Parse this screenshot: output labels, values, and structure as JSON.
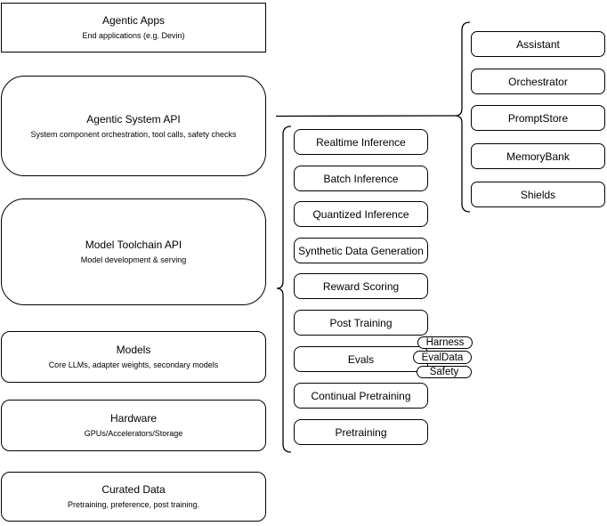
{
  "diagram": {
    "left_stack": [
      {
        "title": "Agentic Apps",
        "subtitle": "End applications (e.g. Devin)"
      },
      {
        "title": "Agentic System API",
        "subtitle": "System component orchestration, tool calls, safety checks"
      },
      {
        "title": "Model Toolchain API",
        "subtitle": "Model development & serving"
      },
      {
        "title": "Models",
        "subtitle": "Core LLMs, adapter weights, secondary models"
      },
      {
        "title": "Hardware",
        "subtitle": "GPUs/Accelerators/Storage"
      },
      {
        "title": "Curated Data",
        "subtitle": "Pretraining, preference, post training."
      }
    ],
    "toolchain_services": [
      "Realtime Inference",
      "Batch Inference",
      "Quantized Inference",
      "Synthetic Data Generation",
      "Reward Scoring",
      "Post Training",
      "Evals",
      "Continual Pretraining",
      "Pretraining"
    ],
    "eval_tags": [
      "Harness",
      "EvalData",
      "Safety"
    ],
    "system_components": [
      "Assistant",
      "Orchestrator",
      "PromptStore",
      "MemoryBank",
      "Shields"
    ],
    "colors": {
      "stroke": "#000000",
      "fill": "#ffffff",
      "text": "#000000"
    }
  }
}
